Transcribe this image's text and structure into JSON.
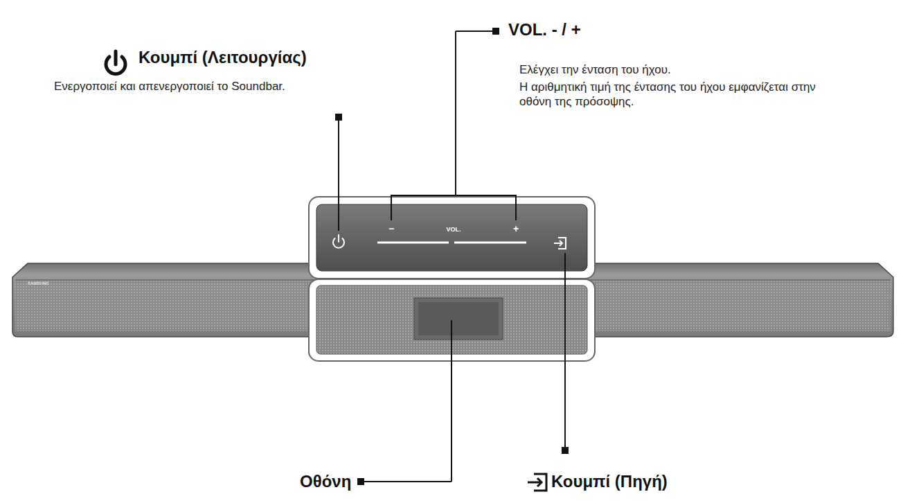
{
  "diagram": {
    "labels": [
      "Κουμπί (Λειτουργίας)",
      "Ενεργοποιεί και απενεργοποιεί το Soundbar.",
      "VOL. - / +",
      "Ελέγχει την ένταση του ήχου.",
      "Η αριθμητική τιμή της έντασης του ήχου εμφανίζεται στην οθόνη της πρόσοψης.",
      "Οθόνη",
      "Κουμπί (Πηγή)",
      "VOL.",
      "−",
      "+",
      "SAMSUNG"
    ]
  }
}
